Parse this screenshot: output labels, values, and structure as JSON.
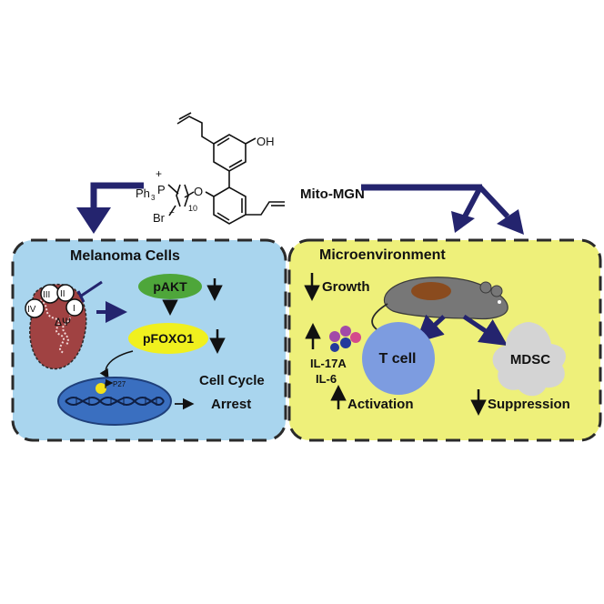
{
  "molecule": {
    "name": "Mito-MGN",
    "oh": "OH",
    "o": "O",
    "ph3p": "Ph",
    "ph3p_sub": "3",
    "p": "P",
    "plus": "+",
    "br": "Br",
    "minus": "−",
    "chain_sub": "10"
  },
  "melanoma_panel": {
    "title": "Melanoma Cells",
    "pakt": "pAKT",
    "pfoxo1": "pFOXO1",
    "complexes": [
      "III",
      "II",
      "IV",
      "I"
    ],
    "psi": "ΔΨ",
    "p27": "P27",
    "outcome_line1": "Cell Cycle",
    "outcome_line2": "Arrest"
  },
  "micro_panel": {
    "title": "Microenvironment",
    "growth": "Growth",
    "il17a": "IL-17A",
    "il6": "IL-6",
    "tcell": "T cell",
    "mdsc": "MDSC",
    "activation": "Activation",
    "suppression": "Suppression"
  },
  "colors": {
    "left_panel": "#a9d5ee",
    "right_panel": "#eef07a",
    "arrow": "#24246e",
    "pakt": "#4ea63a",
    "pfoxo1": "#f0f01e",
    "mito": "#a04242",
    "dna_oval": "#3a6fc0",
    "tcell": "#7d9ce0",
    "mdsc": "#d4d4d4",
    "mouse": "#777777"
  }
}
